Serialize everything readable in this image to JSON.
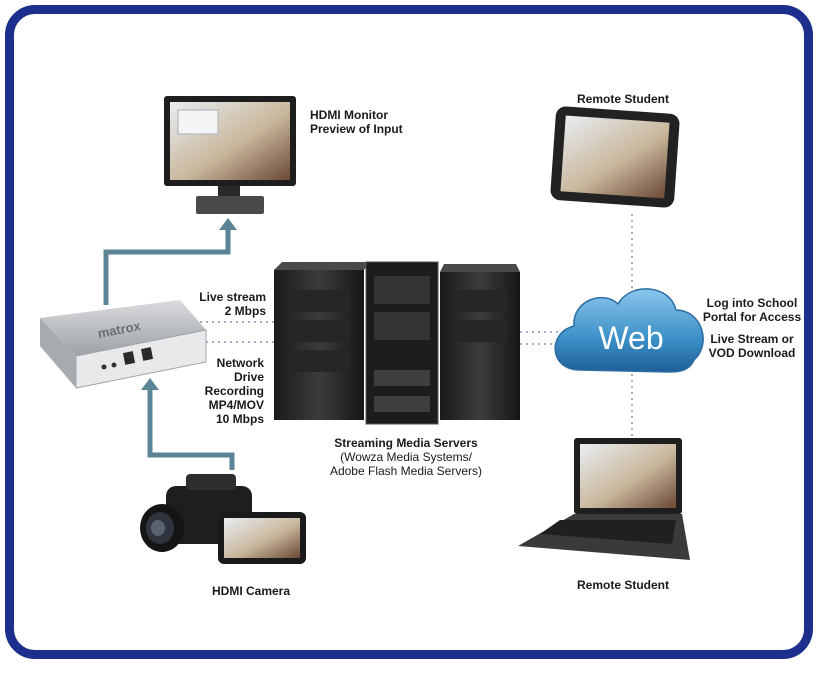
{
  "colors": {
    "frame": "#1d2f8c",
    "arrow": "#5b8494",
    "dotted_link": "#a9a9c8",
    "cloud": "#3c90c8",
    "server": "#2a2a2a",
    "device": "#b9bcc0"
  },
  "labels": {
    "hdmi_monitor_line1": "HDMI Monitor",
    "hdmi_monitor_line2": "Preview of Input",
    "remote_student_top": "Remote Student",
    "remote_student_bottom": "Remote Student",
    "live_stream_line1": "Live stream",
    "live_stream_line2": "2 Mbps",
    "network_line1": "Network",
    "network_line2": "Drive",
    "network_line3": "Recording",
    "network_line4": "MP4/MOV",
    "network_line5": "10 Mbps",
    "servers_title": "Streaming Media Servers",
    "servers_sub1": "(Wowza Media Systems/",
    "servers_sub2": "Adobe Flash Media Servers)",
    "login_line1": "Log into School",
    "login_line2": "Portal for Access",
    "vod_line1": "Live Stream or",
    "vod_line2": "VOD Download",
    "hdmi_camera": "HDMI Camera",
    "cloud_text": "Web",
    "device_brand": "matrox"
  },
  "icons": {
    "monitor": "desktop-monitor-icon",
    "tablet": "tablet-icon",
    "laptop": "laptop-icon",
    "encoder": "encoder-box-icon",
    "camera": "video-camera-icon",
    "servers": "server-towers-icon",
    "cloud": "web-cloud-icon"
  }
}
